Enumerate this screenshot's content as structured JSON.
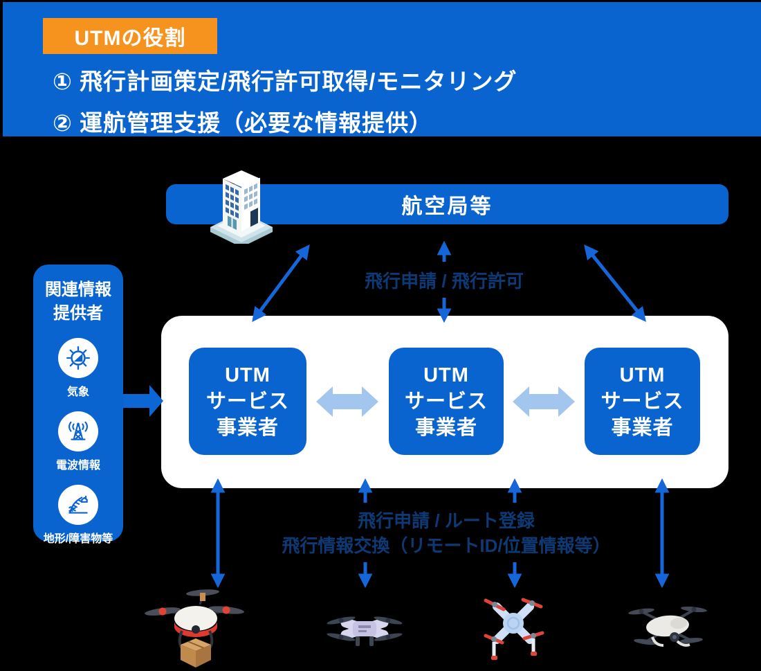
{
  "colors": {
    "primary_blue": "#0a64d0",
    "arrow_blue": "#1566d9",
    "light_arrow_blue": "#a3c6ee",
    "accent_orange": "#f6921e",
    "navy_text": "#0d3a75",
    "panel_white": "#ffffff",
    "background": "#000000"
  },
  "header": {
    "badge": "UTMの役割",
    "items": [
      "① 飛行計画策定/飛行許可取得/モニタリング",
      "② 運航管理支援（必要な情報提供）"
    ]
  },
  "aviation_bar": {
    "label": "航空局等",
    "icon": "building-icon"
  },
  "info_providers": {
    "title_line1": "関連情報",
    "title_line2": "提供者",
    "items": [
      {
        "icon": "weather-icon",
        "label": "気象"
      },
      {
        "icon": "radio-tower-icon",
        "label": "電波情報"
      },
      {
        "icon": "terrain-icon",
        "label": "地形/障害物等"
      }
    ]
  },
  "utm_boxes": [
    {
      "line1": "UTM",
      "line2": "サービス",
      "line3": "事業者"
    },
    {
      "line1": "UTM",
      "line2": "サービス",
      "line3": "事業者"
    },
    {
      "line1": "UTM",
      "line2": "サービス",
      "line3": "事業者"
    }
  ],
  "arrow_labels": {
    "authority": "飛行申請 / 飛行許可",
    "drone_line1": "飛行申請 / ルート登録",
    "drone_line2": "飛行情報交換（リモートID/位置情報等）"
  },
  "drones": [
    {
      "icon": "delivery-drone-icon"
    },
    {
      "icon": "purple-quadcopter-icon"
    },
    {
      "icon": "red-prop-drone-icon"
    },
    {
      "icon": "gray-camera-drone-icon"
    }
  ]
}
